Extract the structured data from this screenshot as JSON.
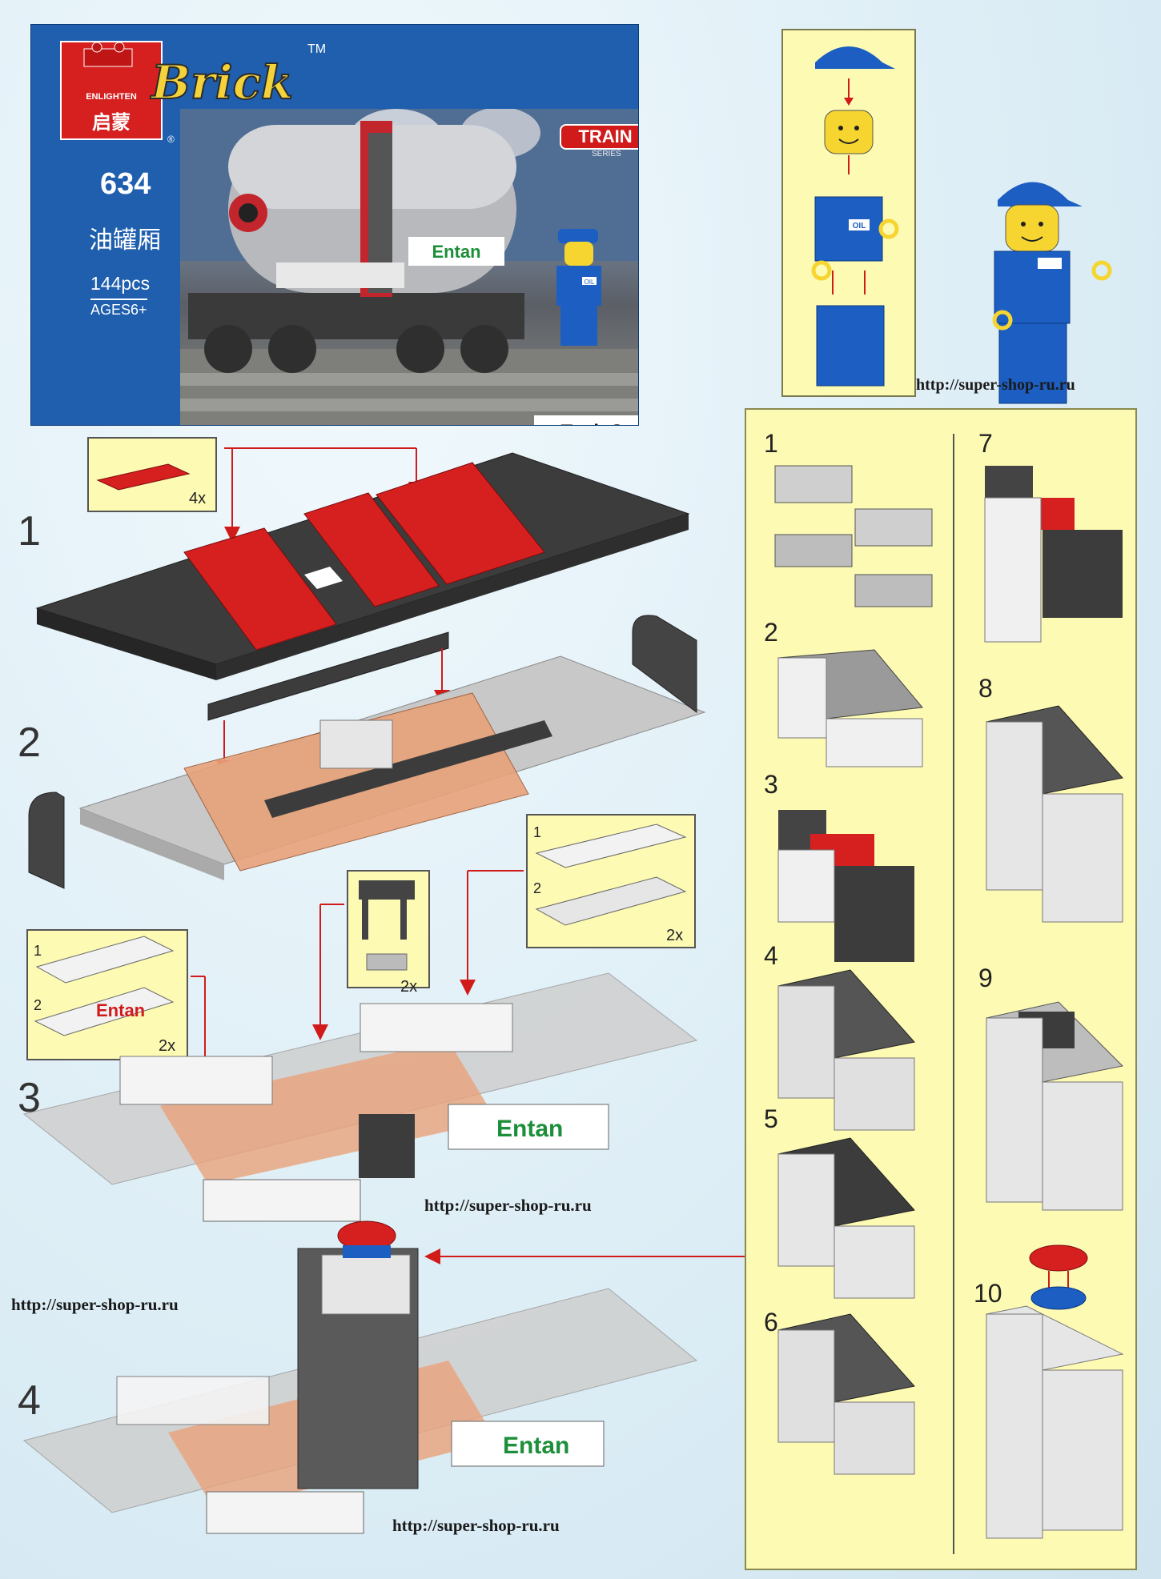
{
  "cover": {
    "brand_cn_small": "ENLIGHTEN",
    "brand_cn": "启蒙",
    "brand": "Brick",
    "trademark": "TM",
    "registered": "®",
    "set_number": "634",
    "name_cn": "油罐厢",
    "pieces": "144pcs",
    "ages": "AGES6+",
    "series_label": "TRAIN",
    "series_sub": "SERIES",
    "caption": "Tank Car",
    "tank_logo": "Entan",
    "minifig_badge": "OIL"
  },
  "minifig_panel": {
    "url": "http://super-shop-ru.ru",
    "torso_badge": "OIL"
  },
  "steps": [
    {
      "num": "1",
      "callout_qty": "4x"
    },
    {
      "num": "2"
    },
    {
      "num": "3",
      "callouts": [
        {
          "line1": "1",
          "line2": "2",
          "qty": "2x",
          "logo": "Entan"
        },
        {
          "qty": "2x"
        },
        {
          "line1": "1",
          "line2": "2",
          "qty": "2x"
        }
      ],
      "side_logo": "Entan"
    },
    {
      "num": "4",
      "side_logo": "Entan"
    }
  ],
  "sub_steps": {
    "left": [
      "1",
      "2",
      "3",
      "4",
      "5",
      "6"
    ],
    "right": [
      "7",
      "8",
      "9",
      "10"
    ]
  },
  "urls": {
    "mid": "http://super-shop-ru.ru",
    "left": "http://super-shop-ru.ru",
    "bottom": "http://super-shop-ru.ru"
  },
  "colors": {
    "cover_blue": "#1f5fae",
    "brick_red": "#d62020",
    "brick_dark": "#3a3a3a",
    "brick_light": "#c8c8c8",
    "brick_tan": "#e8a27a",
    "panel_yellow": "#fdfab4",
    "arrow_red": "#d11b1b"
  }
}
